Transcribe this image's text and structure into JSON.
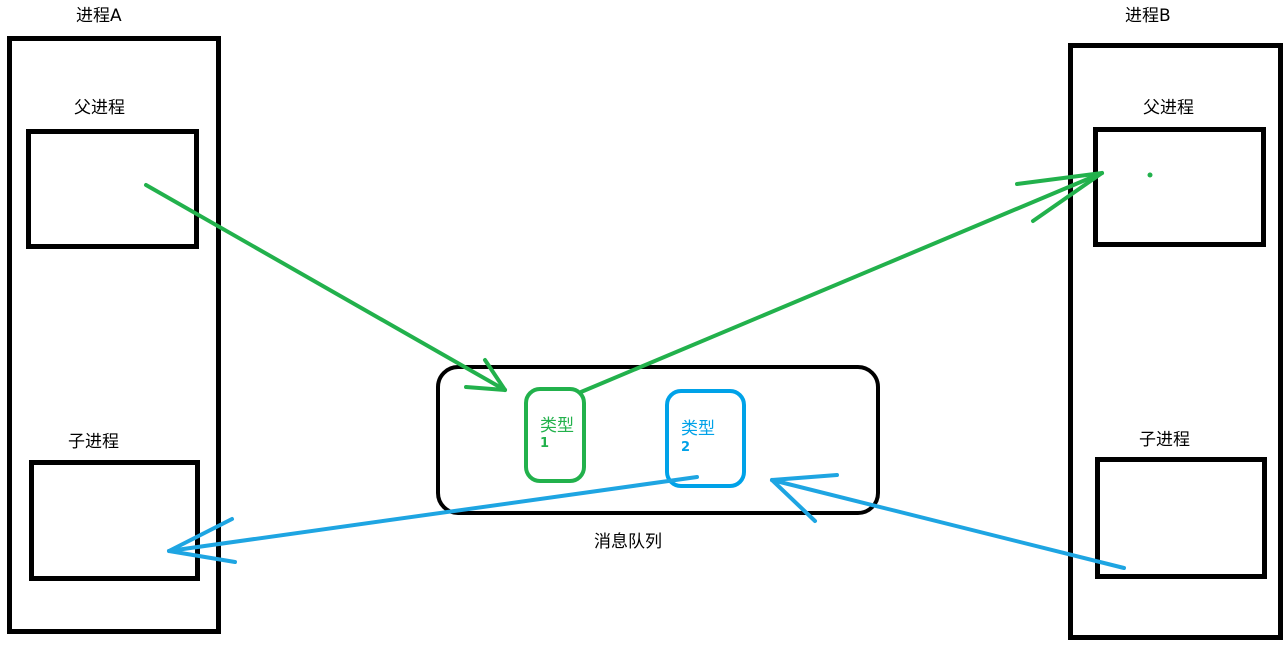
{
  "process_a": {
    "title": "进程A",
    "parent_label": "父进程",
    "child_label": "子进程"
  },
  "process_b": {
    "title": "进程B",
    "parent_label": "父进程",
    "child_label": "子进程"
  },
  "queue": {
    "label": "消息队列",
    "messages": [
      {
        "type_label": "类型",
        "number": "1",
        "color": "#22b14c"
      },
      {
        "type_label": "类型",
        "number": "2",
        "color": "#00a2e8"
      }
    ]
  },
  "colors": {
    "green_flow": "#22b14c",
    "blue_flow": "#1ea5e2",
    "outline": "#000000"
  }
}
